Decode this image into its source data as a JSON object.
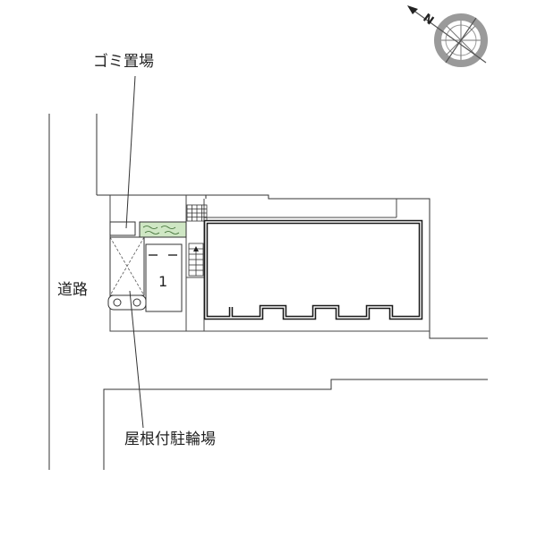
{
  "labels": {
    "garbage": "ゴミ置場",
    "road": "道路",
    "bicycle_parking": "屋根付駐輪場",
    "parking_space": "1"
  },
  "compass": {
    "north_symbol": "N"
  },
  "colors": {
    "line": "#333333",
    "building_wall": "#1a1a1a",
    "grass": "#cfe7c4",
    "compass_gray": "#9a9a9a"
  }
}
